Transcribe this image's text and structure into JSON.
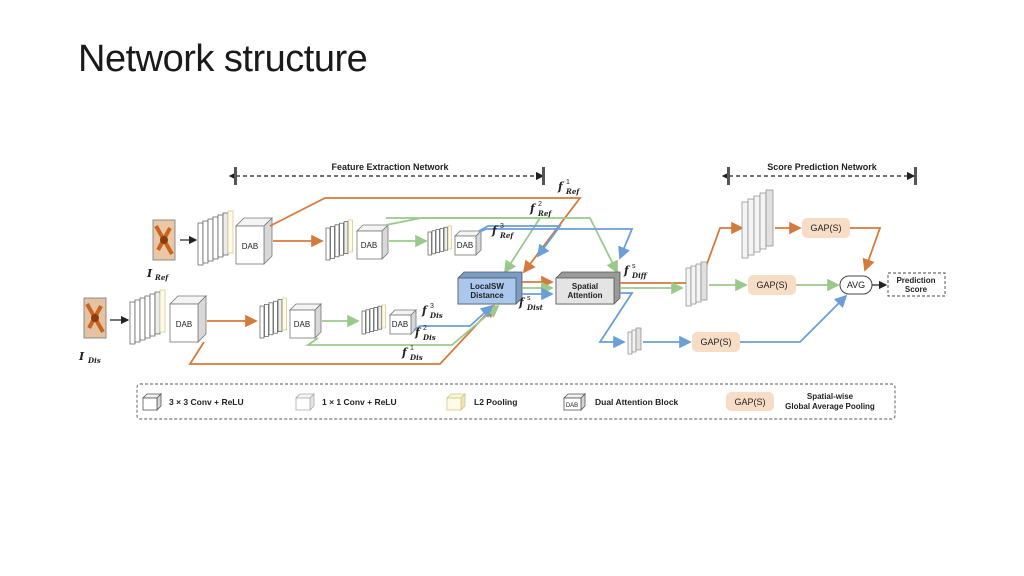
{
  "slide": {
    "title": "Network structure"
  },
  "sections": {
    "feature_extraction": "Feature Extraction Network",
    "score_prediction": "Score Prediction Network"
  },
  "inputs": {
    "ref": "I",
    "ref_sub": "Ref",
    "dis": "I",
    "dis_sub": "Dis"
  },
  "blocks": {
    "dab": "DAB",
    "localsw_line1": "LocalSW",
    "localsw_line2": "Distance",
    "spatial_line1": "Spatial",
    "spatial_line2": "Attention",
    "gap": "GAP(S)",
    "avg": "AVG",
    "prediction_line1": "Prediction",
    "prediction_line2": "Score"
  },
  "features": {
    "f_ref_1": {
      "base": "f",
      "sup": "1",
      "sub": "Ref"
    },
    "f_ref_2": {
      "base": "f",
      "sup": "2",
      "sub": "Ref"
    },
    "f_ref_3": {
      "base": "f",
      "sup": "3",
      "sub": "Ref"
    },
    "f_dis_1": {
      "base": "f",
      "sup": "1",
      "sub": "Dis"
    },
    "f_dis_2": {
      "base": "f",
      "sup": "2",
      "sub": "Dis"
    },
    "f_dis_3": {
      "base": "f",
      "sup": "3",
      "sub": "Dis"
    },
    "f_diff_s": {
      "base": "f",
      "sup": "s",
      "sub": "Diff"
    },
    "f_dist_s": {
      "base": "f",
      "sup": "s",
      "sub": "Dist"
    }
  },
  "legend": {
    "conv3": "3 × 3 Conv + ReLU",
    "conv1": "1 × 1 Conv + ReLU",
    "l2": "L2 Pooling",
    "dab_icon": "DAB",
    "dab": "Dual Attention Block",
    "gap_icon": "GAP(S)",
    "gap_line1": "Spatial-wise",
    "gap_line2": "Global Average Pooling"
  },
  "colors": {
    "orange": "#d47a3c",
    "green": "#9bc98a",
    "blue": "#6a9fd8",
    "localsw_fill": "#a9c8ec",
    "gap_fill": "#f7dcc6"
  }
}
